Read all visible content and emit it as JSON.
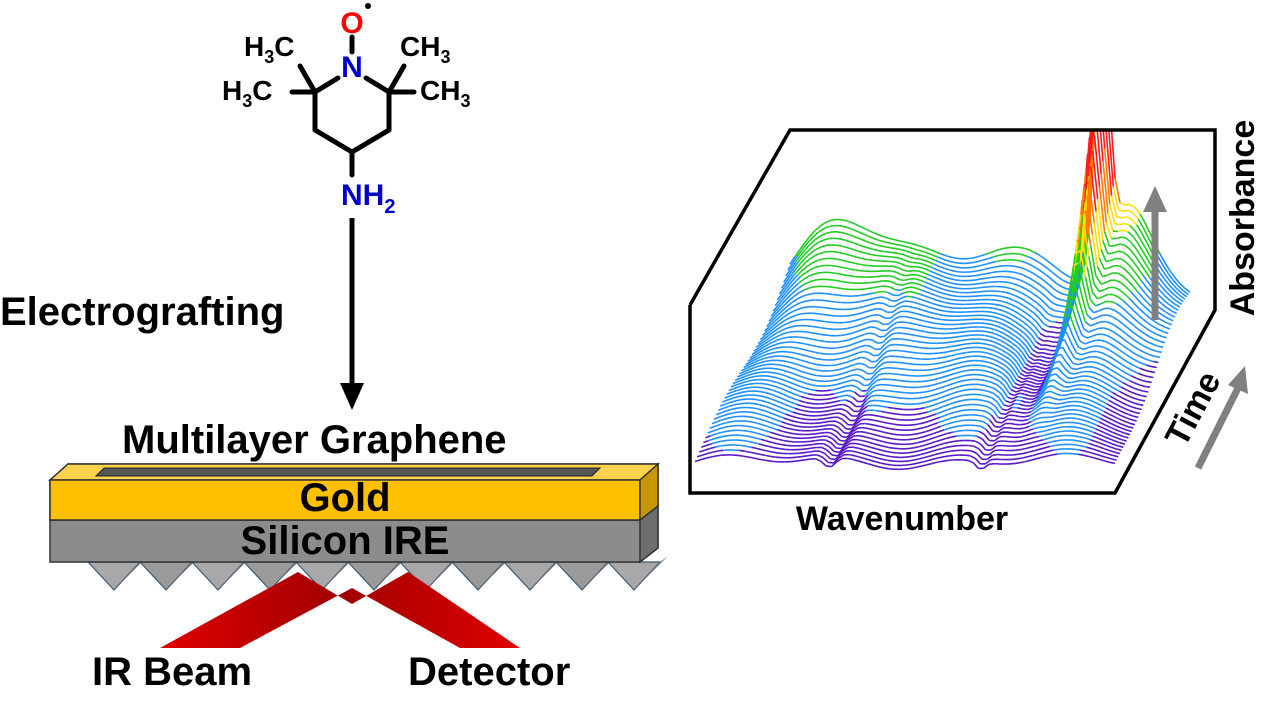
{
  "molecule": {
    "radical_atom": "O",
    "ring_atom": "N",
    "amine": "NH",
    "amine_sub": "2",
    "methyl_tl": "H3C",
    "methyl_bl": "H3C",
    "methyl_tr": "CH3",
    "methyl_br": "CH3",
    "colors": {
      "oxygen": "#ff0000",
      "nitrogen": "#0000cc",
      "bond": "#000000"
    }
  },
  "process": {
    "label": "Electrografting"
  },
  "device": {
    "top_label": "Multilayer Graphene",
    "gold_label": "Gold",
    "silicon_label": "Silicon IRE",
    "beam_in_label": "IR Beam",
    "beam_out_label": "Detector",
    "colors": {
      "gold": "#ffc000",
      "gold_side": "#c89600",
      "silicon": "#8c8c8c",
      "silicon_side": "#6e6e6e",
      "graphene": "#555555",
      "beam": "#c00000"
    }
  },
  "spectrum_plot": {
    "x_label": "Wavenumber",
    "y_label": "Absorbance",
    "z_label": "Time",
    "arrow_color": "#808080"
  }
}
